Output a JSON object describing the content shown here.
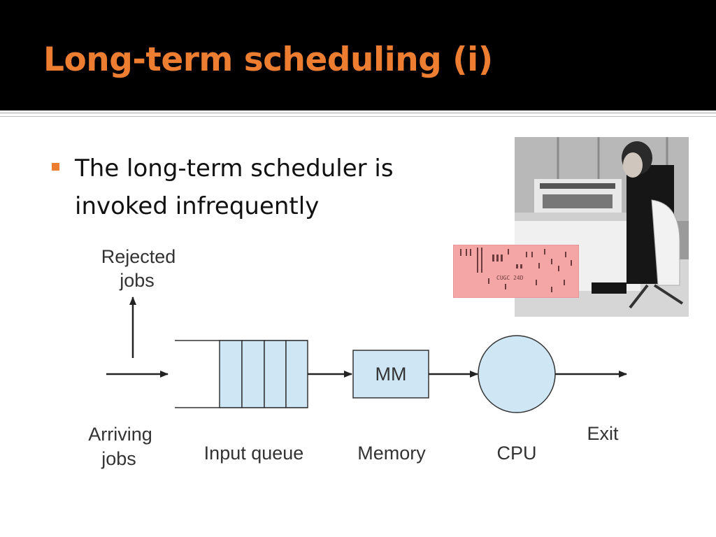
{
  "slide": {
    "title": "Long-term scheduling (i)",
    "bullet_text": "The long-term scheduler is invoked infrequently"
  },
  "diagram": {
    "rejected_line1": "Rejected",
    "rejected_line2": "jobs",
    "arriving_line1": "Arriving",
    "arriving_line2": "jobs",
    "input_queue": "Input queue",
    "memory_box": "MM",
    "memory": "Memory",
    "cpu": "CPU",
    "exit": "Exit"
  },
  "colors": {
    "title": "#ed7d31",
    "bullet": "#ed7d31",
    "queue_fill": "#cfe7f5",
    "punch_card": "#f4a6a6"
  },
  "photo": {
    "card_text": "CUGC 24D"
  }
}
